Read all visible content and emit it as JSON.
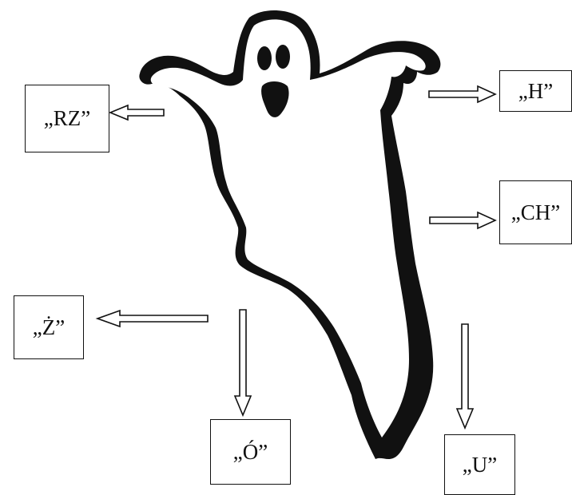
{
  "boxes": {
    "rz": {
      "label": "„RZ”"
    },
    "h": {
      "label": "„H”"
    },
    "ch": {
      "label": "„CH”"
    },
    "z": {
      "label": "„Ż”"
    },
    "o": {
      "label": "„Ó”"
    },
    "u": {
      "label": "„U”"
    }
  },
  "colors": {
    "ink": "#111111",
    "background": "#ffffff"
  }
}
